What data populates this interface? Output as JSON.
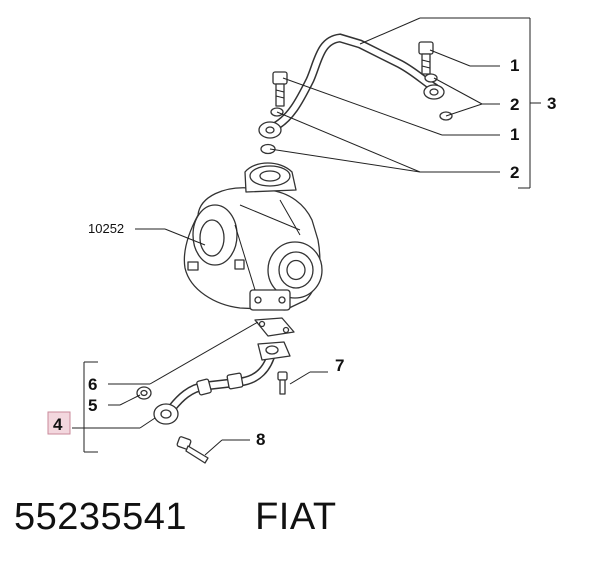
{
  "callouts": {
    "c1a": "1",
    "c2a": "2",
    "c3": "3",
    "c1b": "1",
    "c2b": "2",
    "c10252": "10252",
    "c6": "6",
    "c7": "7",
    "c5": "5",
    "c4": "4",
    "c8": "8"
  },
  "footer": {
    "part_number": "55235541",
    "brand": "FIAT"
  },
  "colors": {
    "highlight_fill": "#f3d7de",
    "highlight_stroke": "#c98a9a",
    "ink": "#111111"
  }
}
